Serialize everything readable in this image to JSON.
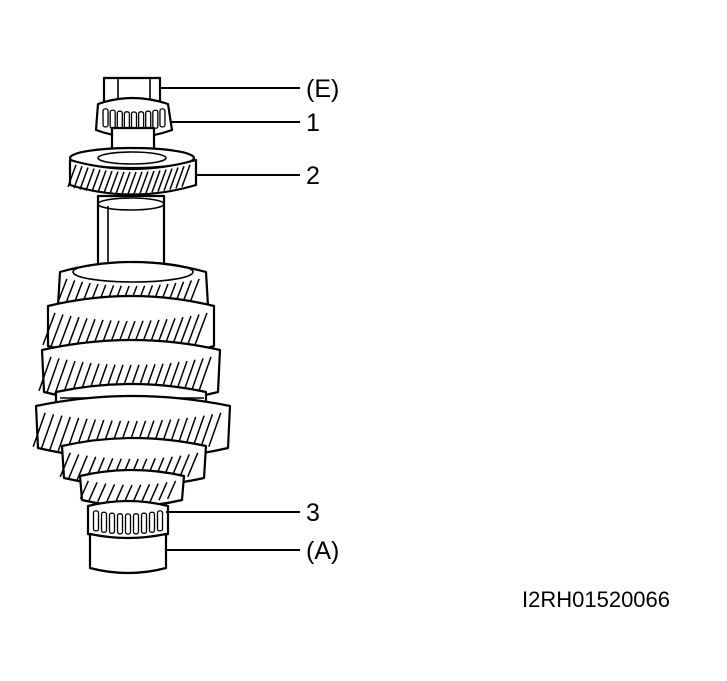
{
  "callouts": {
    "e_label": "(E)",
    "one_label": "1",
    "two_label": "2",
    "three_label": "3",
    "a_label": "(A)"
  },
  "figure_code": "I2RH01520066",
  "colors": {
    "ink": "#000000",
    "paper": "#ffffff"
  }
}
